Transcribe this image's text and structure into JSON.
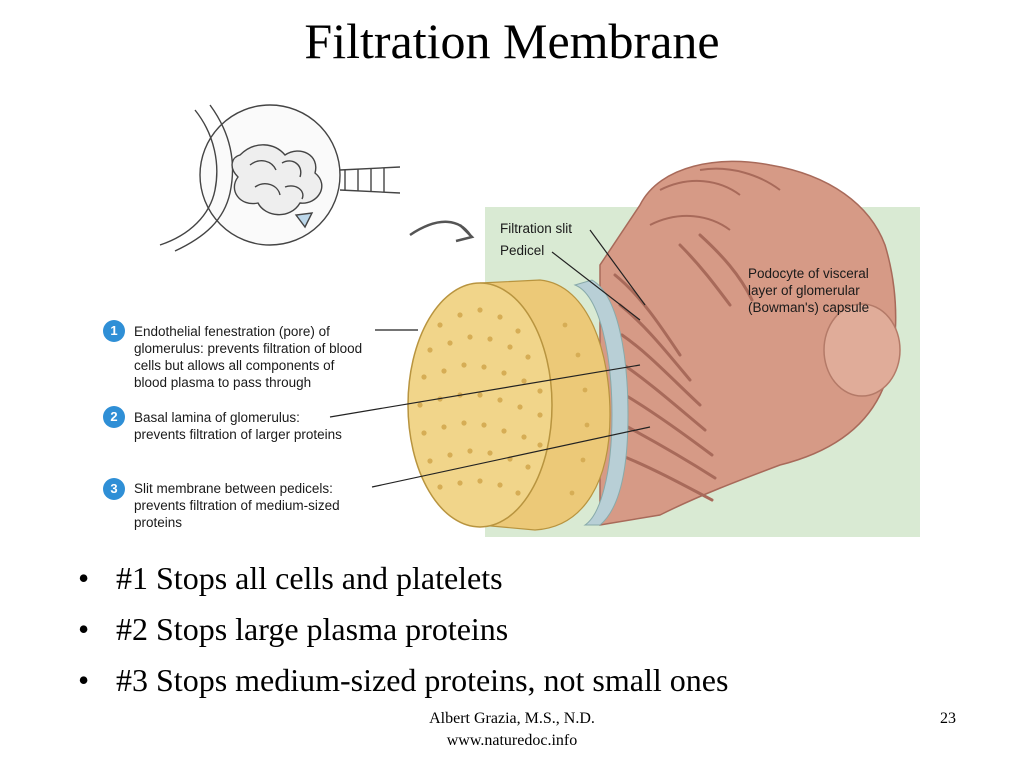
{
  "slide": {
    "title": "Filtration Membrane",
    "bullets": [
      "#1 Stops all cells and platelets",
      "#2 Stops large plasma proteins",
      "#3 Stops medium-sized proteins, not small ones"
    ],
    "footer_line1": "Albert Grazia, M.S., N.D.",
    "footer_line2": "www.naturedoc.info",
    "page_number": "23"
  },
  "figure": {
    "labels": {
      "filtration_slit": "Filtration slit",
      "pedicel": "Pedicel",
      "podocyte": [
        "Podocyte of visceral",
        "layer of glomerular",
        "(Bowman's) capsule"
      ]
    },
    "callouts": [
      {
        "number": "1",
        "lines": [
          "Endothelial fenestration (pore) of",
          "glomerulus: prevents filtration of blood",
          "cells but allows all components of",
          "blood plasma to pass through"
        ]
      },
      {
        "number": "2",
        "lines": [
          "Basal lamina of glomerulus:",
          "prevents filtration of larger proteins"
        ]
      },
      {
        "number": "3",
        "lines": [
          "Slit membrane between pedicels:",
          "prevents filtration of medium-sized",
          "proteins"
        ]
      }
    ]
  },
  "colors": {
    "panel_green": "#d9ead3",
    "capillary_yellow": "#f1d58a",
    "podocyte_pink": "#d69a86",
    "callout_blue": "#2f8fd6"
  }
}
